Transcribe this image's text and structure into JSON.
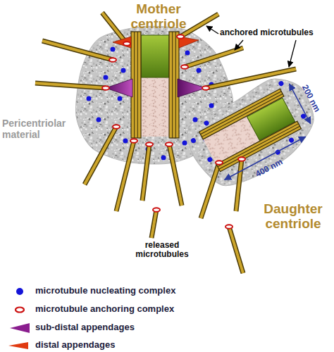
{
  "diagram": {
    "labels": [
      "Mother centriole",
      "anchored microtubules",
      "Pericentriolar material",
      "200 nm",
      "400 nm",
      "Daughter centriole",
      "released microtubules"
    ],
    "legend": [
      {
        "text": "microtubule nucleating complex",
        "color": "#1414d8"
      },
      {
        "text": "microtubule anchoring complex"
      },
      {
        "text": "sub-distal appendages",
        "color": "#8a1e8e"
      },
      {
        "text": "distal appendages",
        "color": "#e03a10"
      }
    ]
  }
}
